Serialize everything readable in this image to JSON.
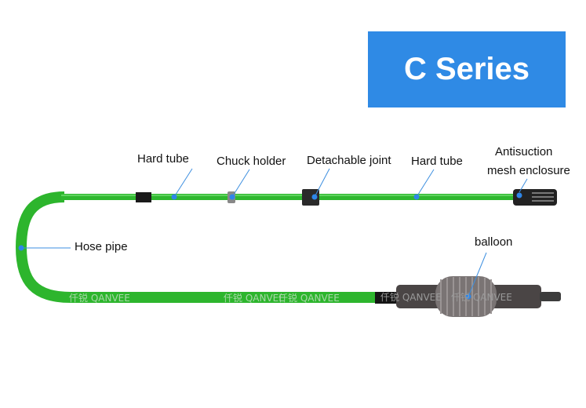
{
  "title": "C Series",
  "labels": {
    "hard_tube_1": "Hard tube",
    "chuck_holder": "Chuck holder",
    "detachable_joint": "Detachable joint",
    "hard_tube_2": "Hard tube",
    "antisuction_line1": "Antisuction",
    "antisuction_line2": "mesh enclosure",
    "hose_pipe": "Hose pipe",
    "balloon": "balloon"
  },
  "watermark": "仟锐 QANVEE",
  "colors": {
    "accent": "#2f8ae5",
    "tube": "#2db52d",
    "leader": "#2e86e8"
  }
}
